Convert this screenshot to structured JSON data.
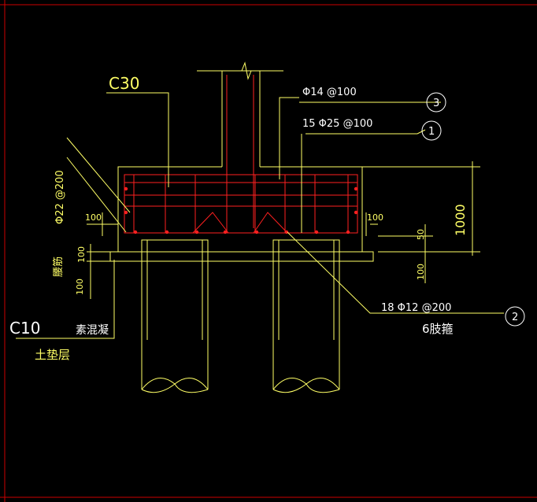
{
  "colors": {
    "background": "#000000",
    "frame": "#cc0000",
    "outline": "#ffff66",
    "rebar": "#ff2020",
    "leader": "#ffff66",
    "dimension": "#ffff66",
    "bubble": "#ffffff",
    "text": "#ffffff"
  },
  "labels": {
    "concrete_grade_cap": "C30",
    "rebar_top": "Φ14 @100",
    "rebar_bottom": "15 Φ25 @100",
    "rebar_stirrup": "18 Φ12 @200",
    "rebar_side": "Φ22 @200",
    "stirrup_note": "6肢箍",
    "side_note": "腰筋",
    "concrete_grade_pad": "C10",
    "plain_concrete": "素混凝",
    "cushion": "土垫层"
  },
  "callouts": {
    "c1": "1",
    "c2": "2",
    "c3": "3"
  },
  "dimensions": {
    "cap_height": "1000",
    "left_cover": "100",
    "right_cover": "100",
    "right_50": "50",
    "right_100": "100",
    "left_100_a": "100",
    "left_100_b": "100"
  }
}
